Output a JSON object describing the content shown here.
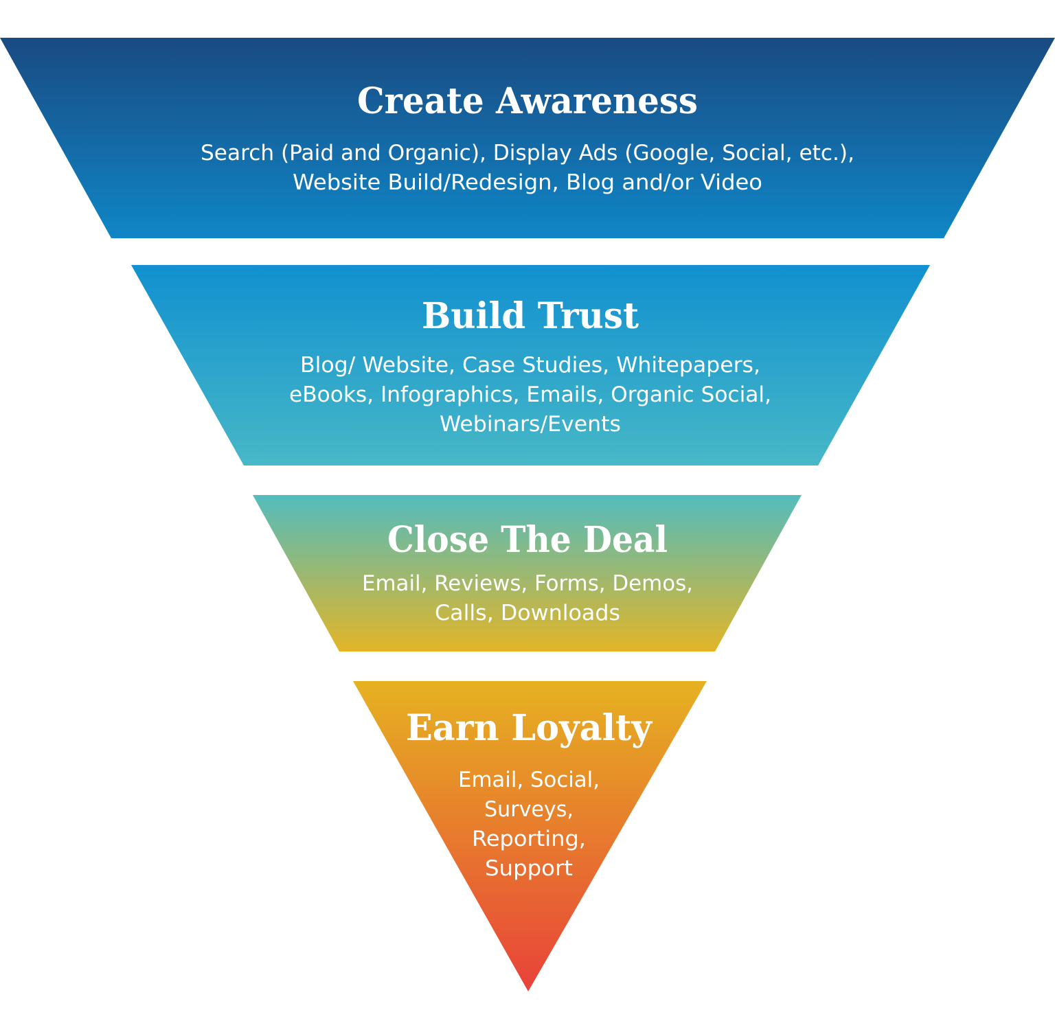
{
  "stages": [
    {
      "title": "Create Awareness",
      "lines": [
        "Search (Paid and Organic), Display Ads (Google, Social, etc.),",
        "Website Build/Redesign, Blog and/or Video"
      ],
      "color_top": "#1a4a82",
      "color_bottom": "#0f86c6"
    },
    {
      "title": "Build Trust",
      "lines": [
        "Blog/ Website, Case Studies, Whitepapers,",
        "eBooks, Infographics, Emails, Organic Social,",
        "Webinars/Events"
      ],
      "color_top": "#1190d0",
      "color_bottom": "#47b8c7"
    },
    {
      "title": "Close The Deal",
      "lines": [
        "Email, Reviews, Forms, Demos,",
        "Calls, Downloads"
      ],
      "color_top": "#53bcbd",
      "color_bottom": "#e3b527"
    },
    {
      "title": "Earn Loyalty",
      "lines": [
        "Email, Social,",
        "Surveys,",
        "Reporting,",
        "Support"
      ],
      "color_top": "#e6b221",
      "color_bottom": "#e8423a"
    }
  ]
}
